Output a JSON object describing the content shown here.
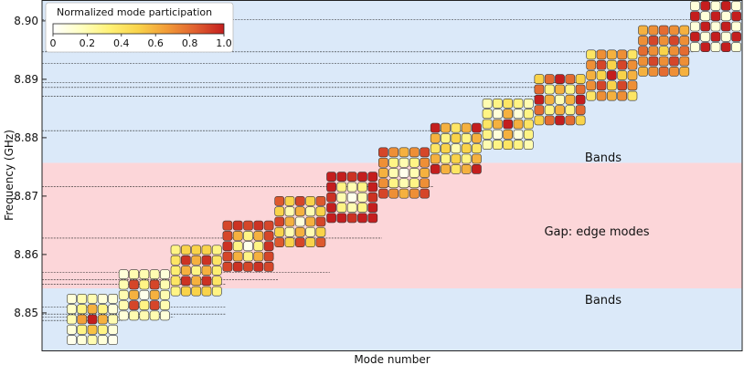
{
  "chart_data": {
    "type": "heatmap",
    "title": "",
    "xlabel": "Mode number",
    "ylabel": "Frequency (GHz)",
    "ylim": [
      8.8435,
      8.9035
    ],
    "yticks": [
      8.85,
      8.86,
      8.87,
      8.88,
      8.89,
      8.9
    ],
    "ytick_labels": [
      "8.85",
      "8.86",
      "8.87",
      "8.88",
      "8.89",
      "8.90"
    ],
    "grid": false,
    "regions": [
      {
        "name": "Bands",
        "from": 8.8435,
        "to": 8.8542,
        "color": "#dbe9f9"
      },
      {
        "name": "Gap: edge modes",
        "from": 8.8542,
        "to": 8.8757,
        "color": "#fcd6d9"
      },
      {
        "name": "Bands",
        "from": 8.8757,
        "to": 8.9035,
        "color": "#dbe9f9"
      }
    ],
    "colorbar": {
      "title": "Normalized mode participation",
      "range": [
        0,
        1
      ],
      "ticks": [
        0,
        0.2,
        0.4,
        0.6,
        0.8,
        1.0
      ],
      "tick_labels": [
        "0",
        "0.2",
        "0.4",
        "0.6",
        "0.8",
        "1.0"
      ],
      "colors": [
        "#ffffff",
        "#ffffc0",
        "#fff176",
        "#f9d34a",
        "#f29b37",
        "#e06030",
        "#c41e1e"
      ]
    },
    "eigenfrequencies": [
      8.8487,
      8.8493,
      8.8498,
      8.851,
      8.8549,
      8.8557,
      8.8569,
      8.8628,
      8.8716,
      8.8812,
      8.8871,
      8.8886,
      8.8894,
      8.8927,
      8.8947,
      8.9002
    ],
    "modes": [
      {
        "mode": 1,
        "frequency": 8.8487,
        "grid": [
          [
            0.1,
            0.2,
            0.2,
            0.1,
            0.1
          ],
          [
            0.15,
            0.3,
            0.6,
            0.3,
            0.1
          ],
          [
            0.2,
            0.65,
            1.0,
            0.6,
            0.2
          ],
          [
            0.1,
            0.3,
            0.55,
            0.3,
            0.1
          ],
          [
            0.05,
            0.1,
            0.2,
            0.1,
            0.05
          ]
        ]
      },
      {
        "mode": 2,
        "frequency": 8.8493,
        "grid": [
          [
            0.1,
            0.2,
            0.2,
            0.2,
            0.1
          ],
          [
            0.2,
            0.9,
            0.3,
            0.9,
            0.2
          ],
          [
            0.2,
            0.6,
            0.05,
            0.6,
            0.2
          ],
          [
            0.2,
            0.9,
            0.3,
            0.9,
            0.2
          ],
          [
            0.1,
            0.2,
            0.2,
            0.2,
            0.1
          ]
        ]
      },
      {
        "mode": 3,
        "frequency": 8.8498,
        "grid": [
          [
            0.3,
            0.5,
            0.5,
            0.5,
            0.3
          ],
          [
            0.4,
            0.95,
            0.6,
            0.95,
            0.4
          ],
          [
            0.35,
            0.6,
            0.3,
            0.6,
            0.35
          ],
          [
            0.4,
            0.95,
            0.6,
            0.95,
            0.4
          ],
          [
            0.3,
            0.5,
            0.5,
            0.5,
            0.3
          ]
        ]
      },
      {
        "mode": 4,
        "frequency": 8.8557,
        "grid": [
          [
            0.9,
            0.95,
            0.9,
            0.95,
            0.9
          ],
          [
            0.9,
            0.6,
            0.3,
            0.6,
            0.9
          ],
          [
            0.95,
            0.3,
            0.05,
            0.3,
            0.95
          ],
          [
            0.9,
            0.6,
            0.3,
            0.6,
            0.9
          ],
          [
            0.9,
            0.95,
            0.9,
            0.95,
            0.9
          ]
        ]
      },
      {
        "mode": 5,
        "frequency": 8.8569,
        "grid": [
          [
            0.85,
            0.5,
            0.9,
            0.5,
            0.85
          ],
          [
            0.5,
            0.2,
            0.6,
            0.2,
            0.5
          ],
          [
            0.9,
            0.6,
            0.1,
            0.6,
            0.9
          ],
          [
            0.5,
            0.2,
            0.6,
            0.2,
            0.5
          ],
          [
            0.85,
            0.5,
            0.9,
            0.5,
            0.85
          ]
        ]
      },
      {
        "mode": 6,
        "frequency": 8.8628,
        "grid": [
          [
            1.0,
            1.0,
            0.95,
            1.0,
            1.0
          ],
          [
            1.0,
            0.3,
            0.2,
            0.3,
            1.0
          ],
          [
            0.95,
            0.2,
            0.05,
            0.2,
            0.95
          ],
          [
            1.0,
            0.3,
            0.2,
            0.3,
            1.0
          ],
          [
            1.0,
            1.0,
            0.95,
            1.0,
            1.0
          ]
        ]
      },
      {
        "mode": 7,
        "frequency": 8.8716,
        "grid": [
          [
            0.9,
            0.7,
            0.6,
            0.7,
            0.9
          ],
          [
            0.7,
            0.3,
            0.2,
            0.3,
            0.7
          ],
          [
            0.6,
            0.2,
            0.05,
            0.2,
            0.6
          ],
          [
            0.7,
            0.3,
            0.2,
            0.3,
            0.7
          ],
          [
            0.9,
            0.7,
            0.6,
            0.7,
            0.9
          ]
        ]
      },
      {
        "mode": 8,
        "frequency": 8.8812,
        "grid": [
          [
            1.0,
            0.6,
            0.4,
            0.6,
            1.0
          ],
          [
            0.6,
            0.3,
            0.5,
            0.3,
            0.6
          ],
          [
            0.4,
            0.5,
            0.2,
            0.5,
            0.4
          ],
          [
            0.6,
            0.3,
            0.5,
            0.3,
            0.6
          ],
          [
            1.0,
            0.6,
            0.4,
            0.6,
            1.0
          ]
        ]
      },
      {
        "mode": 9,
        "frequency": 8.8871,
        "grid": [
          [
            0.2,
            0.3,
            0.4,
            0.3,
            0.2
          ],
          [
            0.3,
            0.1,
            0.6,
            0.1,
            0.3
          ],
          [
            0.4,
            0.6,
            1.0,
            0.6,
            0.4
          ],
          [
            0.3,
            0.1,
            0.6,
            0.1,
            0.3
          ],
          [
            0.2,
            0.3,
            0.4,
            0.3,
            0.2
          ]
        ]
      },
      {
        "mode": 10,
        "frequency": 8.8894,
        "grid": [
          [
            0.5,
            0.8,
            1.0,
            0.8,
            0.5
          ],
          [
            0.8,
            0.3,
            0.6,
            0.3,
            0.8
          ],
          [
            1.0,
            0.6,
            0.2,
            0.6,
            1.0
          ],
          [
            0.8,
            0.3,
            0.6,
            0.3,
            0.8
          ],
          [
            0.5,
            0.8,
            1.0,
            0.8,
            0.5
          ]
        ]
      },
      {
        "mode": 11,
        "frequency": 8.8927,
        "grid": [
          [
            0.4,
            0.7,
            0.6,
            0.7,
            0.4
          ],
          [
            0.7,
            0.9,
            0.5,
            0.9,
            0.7
          ],
          [
            0.6,
            0.5,
            1.0,
            0.5,
            0.6
          ],
          [
            0.7,
            0.9,
            0.5,
            0.9,
            0.7
          ],
          [
            0.4,
            0.7,
            0.6,
            0.7,
            0.4
          ]
        ]
      },
      {
        "mode": 12,
        "frequency": 8.8947,
        "grid": [
          [
            0.6,
            0.7,
            0.8,
            0.7,
            0.6
          ],
          [
            0.7,
            0.9,
            0.7,
            0.9,
            0.7
          ],
          [
            0.8,
            0.7,
            0.5,
            0.7,
            0.8
          ],
          [
            0.7,
            0.9,
            0.7,
            0.9,
            0.7
          ],
          [
            0.6,
            0.7,
            0.8,
            0.7,
            0.6
          ]
        ]
      },
      {
        "mode": 13,
        "frequency": 8.9002,
        "grid": [
          [
            0.1,
            1.0,
            0.1,
            1.0,
            0.1
          ],
          [
            1.0,
            0.1,
            1.0,
            0.1,
            1.0
          ],
          [
            0.1,
            1.0,
            0.1,
            1.0,
            0.1
          ],
          [
            1.0,
            0.1,
            1.0,
            0.1,
            1.0
          ],
          [
            0.1,
            1.0,
            0.1,
            1.0,
            0.1
          ]
        ]
      }
    ]
  }
}
